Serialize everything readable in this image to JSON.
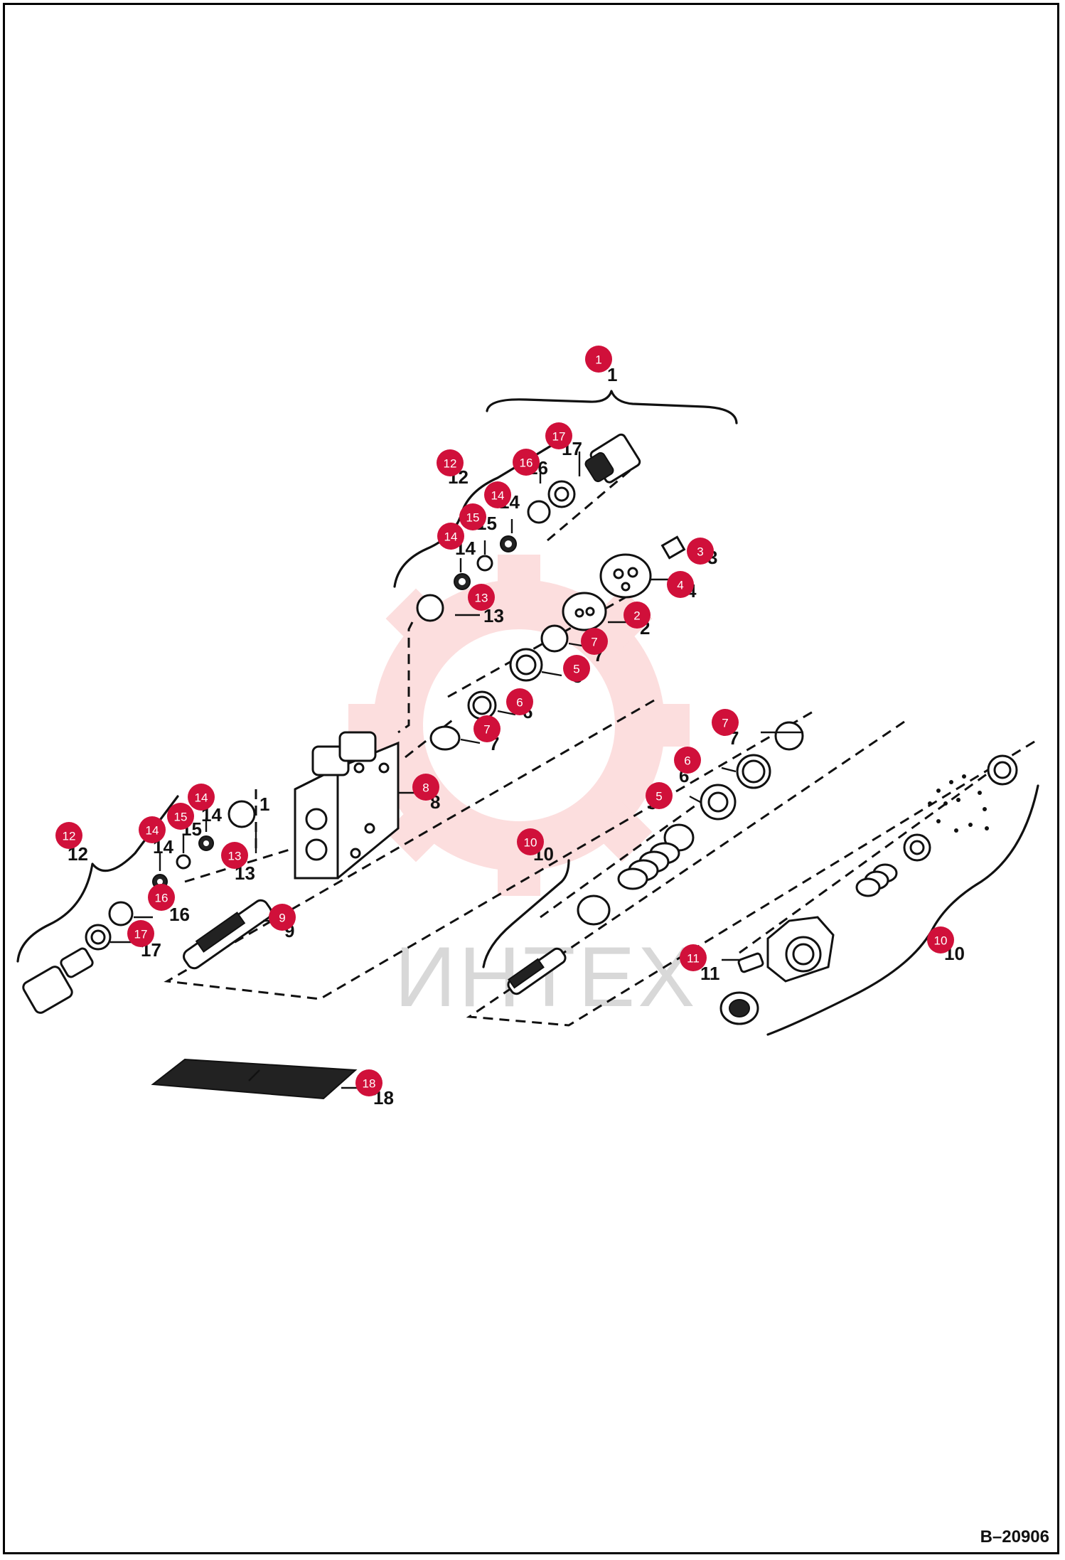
{
  "watermark": {
    "text": "ИНТЕХ",
    "color": "#f26b6b"
  },
  "drawing_id": "B–20906",
  "callout_color": "#d0103a",
  "callouts": [
    {
      "label": "1"
    },
    {
      "label": "12"
    },
    {
      "label": "17"
    },
    {
      "label": "16"
    },
    {
      "label": "14"
    },
    {
      "label": "15"
    },
    {
      "label": "14"
    },
    {
      "label": "3"
    },
    {
      "label": "4"
    },
    {
      "label": "13"
    },
    {
      "label": "2"
    },
    {
      "label": "7"
    },
    {
      "label": "5"
    },
    {
      "label": "6"
    },
    {
      "label": "7"
    },
    {
      "label": "7"
    },
    {
      "label": "6"
    },
    {
      "label": "5"
    },
    {
      "label": "8"
    },
    {
      "label": "14"
    },
    {
      "label": "15"
    },
    {
      "label": "14"
    },
    {
      "label": "12"
    },
    {
      "label": "13"
    },
    {
      "label": "10"
    },
    {
      "label": "16"
    },
    {
      "label": "9"
    },
    {
      "label": "17"
    },
    {
      "label": "11"
    },
    {
      "label": "10"
    },
    {
      "label": "18"
    }
  ],
  "part_numbers": [
    "1",
    "12",
    "17",
    "16",
    "14",
    "15",
    "14",
    "3",
    "4",
    "13",
    "2",
    "7",
    "5",
    "6",
    "7",
    "7",
    "6",
    "5",
    "8",
    "14",
    "15",
    "14",
    "12",
    "13",
    "10",
    "16",
    "9",
    "17",
    "11",
    "10",
    "18",
    "1"
  ]
}
